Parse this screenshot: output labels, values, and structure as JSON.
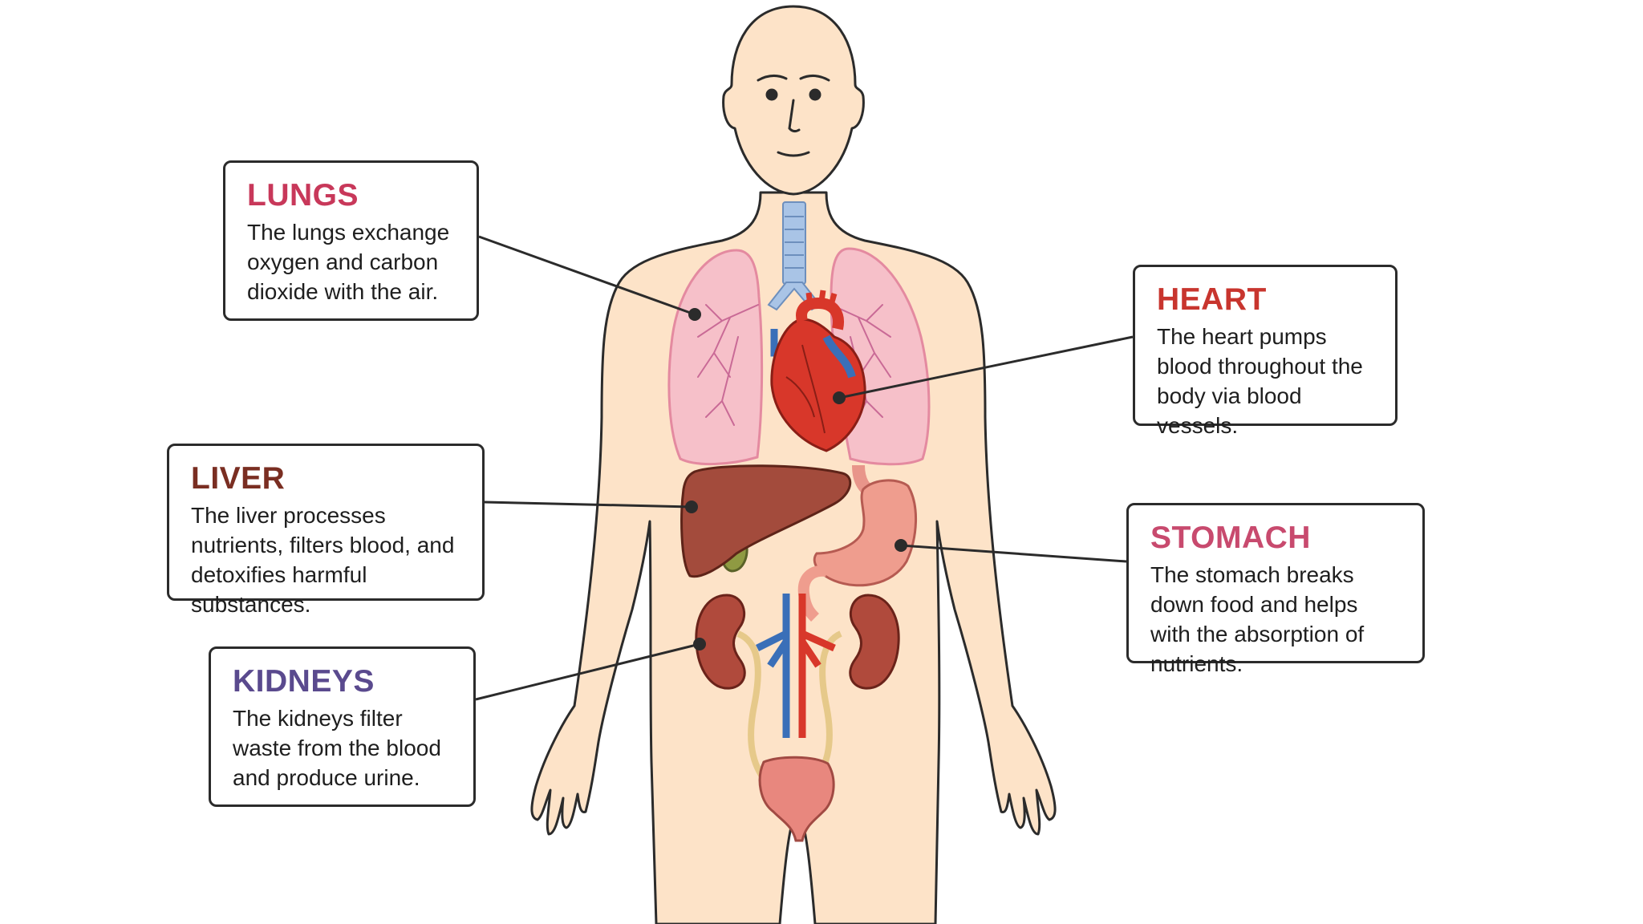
{
  "labels": {
    "lungs": {
      "title": "LUNGS",
      "text": "The lungs exchange oxygen and carbon dioxide with the air."
    },
    "heart": {
      "title": "HEART",
      "text": "The heart pumps blood throughout the body via blood vessels."
    },
    "liver": {
      "title": "LIVER",
      "text": "The liver processes nutrients, filters blood, and detoxifies harmful substances."
    },
    "stomach": {
      "title": "STOMACH",
      "text": "The stomach breaks down food and helps with the absorption of nutrients."
    },
    "kidneys": {
      "title": "KIDNEYS",
      "text": "The kidneys filter waste from the blood and produce urine."
    }
  },
  "colors": {
    "lungs_title": "#c8385a",
    "heart_title": "#c8352e",
    "liver_title": "#7a2e22",
    "stomach_title": "#c84a6e",
    "kidneys_title": "#5a4a8e",
    "skin": "#fde3c8",
    "outline": "#2b2b2b"
  }
}
